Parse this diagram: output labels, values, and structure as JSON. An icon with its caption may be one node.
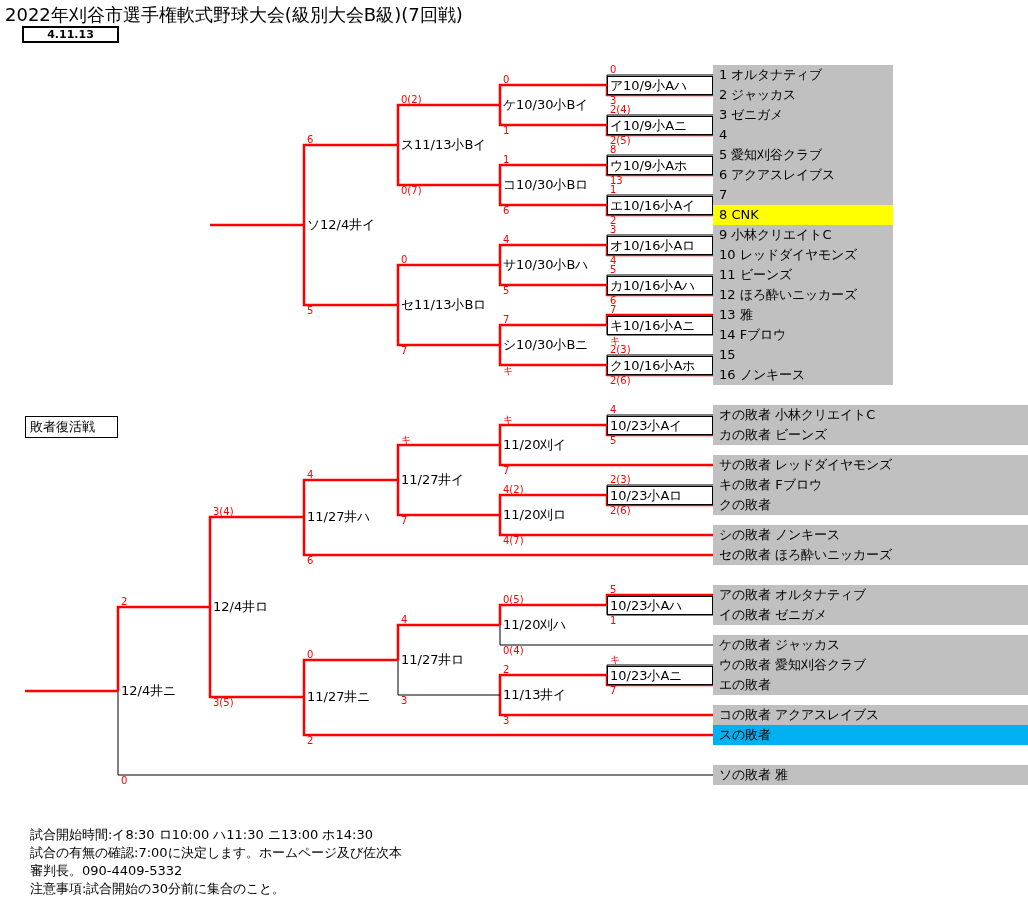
{
  "diagram": {
    "title": "2022年刈谷市選手権軟式野球大会(級別大会B級)(7回戦)",
    "nodes": [
      {
        "text": [
          "ソ12/4井イ"
        ]
      },
      {
        "text": [
          "ス11/13小Bイ"
        ]
      },
      {
        "text": [
          "セ11/13小Bロ"
        ]
      },
      {
        "text": [
          "ケ10/30小Bイ"
        ]
      },
      {
        "text": [
          "コ10/30小Bロ"
        ]
      },
      {
        "text": [
          "サ10/30小Bハ"
        ]
      },
      {
        "text": [
          "シ10/30小Bニ"
        ]
      },
      {
        "text": [
          "ア10/9小Aハ"
        ]
      },
      {
        "text": [
          "イ10/9小Aニ"
        ]
      },
      {
        "text": [
          "ウ10/9小Aホ"
        ]
      },
      {
        "text": [
          "エ10/16小Aイ"
        ]
      },
      {
        "text": [
          "オ10/16小Aロ"
        ]
      },
      {
        "text": [
          "カ10/16小Aハ"
        ]
      },
      {
        "text": [
          "キ10/16小Aニ"
        ]
      },
      {
        "text": [
          "ク10/16小Aホ"
        ]
      },
      {
        "text": [
          "1 オルタナティブ"
        ]
      },
      {
        "text": [
          "2 ジャッカス"
        ]
      },
      {
        "text": [
          "3 ゼニガメ"
        ]
      },
      {
        "text": [
          "4"
        ]
      },
      {
        "text": [
          "5 愛知刈谷クラブ"
        ]
      },
      {
        "text": [
          "6 アクアスレイブス"
        ]
      },
      {
        "text": [
          "7"
        ]
      },
      {
        "text": [
          "8 CNK"
        ]
      },
      {
        "text": [
          "9 小林クリエイトC"
        ]
      },
      {
        "text": [
          "10 レッドダイヤモンズ"
        ]
      },
      {
        "text": [
          "11 ビーンズ"
        ]
      },
      {
        "text": [
          "12 ほろ酔いニッカーズ"
        ]
      },
      {
        "text": [
          "13 雅"
        ]
      },
      {
        "text": [
          "14 Fブロウ"
        ]
      },
      {
        "text": [
          "15"
        ]
      },
      {
        "text": [
          "16 ノンキース"
        ]
      },
      {
        "text": [
          "12/4井ニ"
        ]
      },
      {
        "text": [
          "12/4井ロ"
        ]
      },
      {
        "text": [
          "11/27井ハ"
        ]
      },
      {
        "text": [
          "11/27井ニ"
        ]
      },
      {
        "text": [
          "11/27井イ"
        ]
      },
      {
        "text": [
          "11/27井ロ"
        ]
      },
      {
        "text": [
          "11/20刈イ"
        ]
      },
      {
        "text": [
          "11/20刈ロ"
        ]
      },
      {
        "text": [
          "11/20刈ハ"
        ]
      },
      {
        "text": [
          "11/13井イ"
        ]
      },
      {
        "text": [
          "10/23小Aイ"
        ]
      },
      {
        "text": [
          "10/23小Aロ"
        ]
      },
      {
        "text": [
          "10/23小Aハ"
        ]
      },
      {
        "text": [
          "10/23小Aニ"
        ]
      },
      {
        "text": [
          "オの敗者 小林クリエイトC"
        ]
      },
      {
        "text": [
          "カの敗者 ビーンズ"
        ]
      },
      {
        "text": [
          "サの敗者 レッドダイヤモンズ"
        ]
      },
      {
        "text": [
          "キの敗者 Fブロウ"
        ]
      },
      {
        "text": [
          "クの敗者"
        ]
      },
      {
        "text": [
          "シの敗者 ノンキース"
        ]
      },
      {
        "text": [
          "セの敗者 ほろ酔いニッカーズ"
        ]
      },
      {
        "text": [
          "アの敗者 オルタナティブ"
        ]
      },
      {
        "text": [
          "イの敗者 ゼニガメ"
        ]
      },
      {
        "text": [
          "ケの敗者 ジャッカス"
        ]
      },
      {
        "text": [
          "ウの敗者 愛知刈谷クラブ"
        ]
      },
      {
        "text": [
          "エの敗者"
        ]
      },
      {
        "text": [
          "コの敗者 アクアスレイブス"
        ]
      },
      {
        "text": [
          "スの敗者"
        ]
      },
      {
        "text": [
          "ソの敗者 雅"
        ]
      }
    ],
    "edges": [
      {
        "from": 15,
        "to": 7,
        "arrow": "none",
        "label": "0",
        "color": "#000000"
      },
      {
        "from": 16,
        "to": 7,
        "arrow": "none",
        "label": "3"
      },
      {
        "from": 17,
        "to": 8,
        "arrow": "none",
        "label": "2(4)",
        "color": "#000000"
      },
      {
        "from": 18,
        "to": 8,
        "arrow": "none",
        "label": "2(5)"
      },
      {
        "from": 19,
        "to": 9,
        "arrow": "none",
        "label": "8",
        "color": "#000000"
      },
      {
        "from": 20,
        "to": 9,
        "arrow": "none",
        "label": "13"
      },
      {
        "from": 21,
        "to": 10,
        "arrow": "none",
        "label": "1",
        "color": "#000000"
      },
      {
        "from": 22,
        "to": 10,
        "arrow": "none",
        "label": "2"
      },
      {
        "from": 23,
        "to": 11,
        "arrow": "none",
        "label": "3",
        "color": "#000000"
      },
      {
        "from": 24,
        "to": 11,
        "arrow": "none",
        "label": "4"
      },
      {
        "from": 25,
        "to": 12,
        "arrow": "none",
        "label": "5",
        "color": "#000000"
      },
      {
        "from": 26,
        "to": 12,
        "arrow": "none",
        "label": "6"
      },
      {
        "from": 27,
        "to": 13,
        "arrow": "none",
        "label": "7"
      },
      {
        "from": 28,
        "to": 13,
        "arrow": "none",
        "label": "キ",
        "color": "#000000"
      },
      {
        "from": 29,
        "to": 14,
        "arrow": "none",
        "label": "2(3)",
        "color": "#000000"
      },
      {
        "from": 30,
        "to": 14,
        "arrow": "none",
        "label": "2(6)"
      },
      {
        "from": 7,
        "to": 3,
        "arrow": "none",
        "label": "0"
      },
      {
        "from": 8,
        "to": 3,
        "arrow": "none",
        "label": "1"
      },
      {
        "from": 9,
        "to": 4,
        "arrow": "none",
        "label": "1"
      },
      {
        "from": 10,
        "to": 4,
        "arrow": "none",
        "label": "6"
      },
      {
        "from": 11,
        "to": 5,
        "arrow": "none",
        "label": "4"
      },
      {
        "from": 12,
        "to": 5,
        "arrow": "none",
        "label": "5"
      },
      {
        "from": 13,
        "to": 6,
        "arrow": "none",
        "label": "7"
      },
      {
        "from": 14,
        "to": 6,
        "arrow": "none",
        "label": "キ"
      },
      {
        "from": 3,
        "to": 1,
        "arrow": "none",
        "label": "0(2)"
      },
      {
        "from": 4,
        "to": 1,
        "arrow": "none",
        "label": "0(7)"
      },
      {
        "from": 5,
        "to": 2,
        "arrow": "none",
        "label": "0"
      },
      {
        "from": 6,
        "to": 2,
        "arrow": "none",
        "label": "7"
      },
      {
        "from": 1,
        "to": 0,
        "arrow": "none",
        "label": "6"
      },
      {
        "from": 2,
        "to": 0,
        "arrow": "none",
        "label": "5"
      },
      {
        "from": 0,
        "to": null,
        "arrow": "none"
      },
      {
        "from": 45,
        "to": 41,
        "arrow": "none",
        "label": "4",
        "color": "#000000"
      },
      {
        "from": 46,
        "to": 41,
        "arrow": "none",
        "label": "5"
      },
      {
        "from": 41,
        "to": 37,
        "arrow": "none",
        "label": "キ"
      },
      {
        "from": 47,
        "to": 37,
        "arrow": "none",
        "label": "7"
      },
      {
        "from": 48,
        "to": 42,
        "arrow": "none",
        "label": "2(3)",
        "color": "#000000"
      },
      {
        "from": 49,
        "to": 42,
        "arrow": "none",
        "label": "2(6)"
      },
      {
        "from": 42,
        "to": 38,
        "arrow": "none",
        "label": "4(2)"
      },
      {
        "from": 50,
        "to": 38,
        "arrow": "none",
        "label": "4(7)"
      },
      {
        "from": 37,
        "to": 35,
        "arrow": "none",
        "label": "キ"
      },
      {
        "from": 38,
        "to": 35,
        "arrow": "none",
        "label": "7"
      },
      {
        "from": 35,
        "to": 33,
        "arrow": "none",
        "label": "4"
      },
      {
        "from": 51,
        "to": 33,
        "arrow": "none",
        "label": "6"
      },
      {
        "from": 52,
        "to": 43,
        "arrow": "none",
        "label": "5"
      },
      {
        "from": 53,
        "to": 43,
        "arrow": "none",
        "label": "1",
        "color": "#000000"
      },
      {
        "from": 43,
        "to": 39,
        "arrow": "none",
        "label": "0(5)"
      },
      {
        "from": 54,
        "to": 39,
        "arrow": "none",
        "label": "0(4)",
        "color": "#000000"
      },
      {
        "from": 55,
        "to": 44,
        "arrow": "none",
        "label": "キ",
        "color": "#000000"
      },
      {
        "from": 56,
        "to": 44,
        "arrow": "none",
        "label": "7"
      },
      {
        "from": 44,
        "to": 40,
        "arrow": "none",
        "label": "2"
      },
      {
        "from": 57,
        "to": 40,
        "arrow": "none",
        "label": "3"
      },
      {
        "from": 39,
        "to": 36,
        "arrow": "none",
        "label": "4"
      },
      {
        "from": 40,
        "to": 36,
        "arrow": "none",
        "label": "3",
        "color": "#000000"
      },
      {
        "from": 36,
        "to": 34,
        "arrow": "none",
        "label": "0"
      },
      {
        "from": 58,
        "to": 34,
        "arrow": "none",
        "label": "2"
      },
      {
        "from": 33,
        "to": 32,
        "arrow": "none",
        "label": "3(4)"
      },
      {
        "from": 34,
        "to": 32,
        "arrow": "none",
        "label": "3(5)"
      },
      {
        "from": 32,
        "to": 31,
        "arrow": "none",
        "label": "2"
      },
      {
        "from": 59,
        "to": 31,
        "arrow": "none",
        "label": "0",
        "color": "#000000"
      },
      {
        "from": 31,
        "to": null,
        "arrow": "none"
      }
    ],
    "labels": [
      "4.11.13",
      "敗者復活戦",
      "試合開始時間:イ8:30 ロ10:00 ハ11:30 ニ13:00 ホ14:30",
      "試合の有無の確認:7:00に決定します。ホームページ及び佐次本審判長。090-4409-5332",
      "注意事項:試合開始の30分前に集合のこと。"
    ]
  }
}
